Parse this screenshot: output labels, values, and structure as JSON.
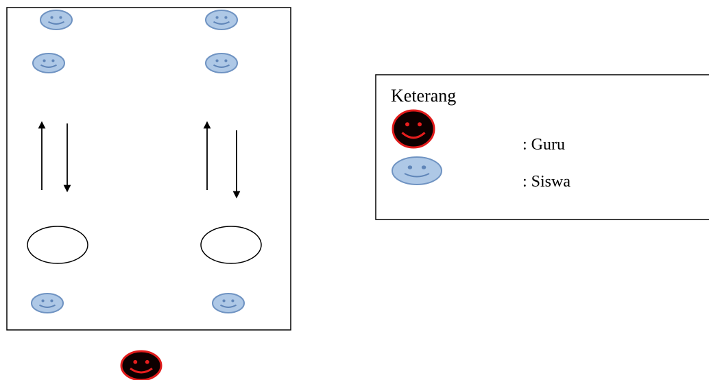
{
  "legend": {
    "title": "Keterang",
    "items": [
      {
        "icon": "red-smiley-icon",
        "label": ": Guru"
      },
      {
        "icon": "blue-smiley-icon",
        "label": ": Siswa"
      }
    ]
  },
  "colors": {
    "guru_fill": "#0d0000",
    "guru_stroke": "#e01b1b",
    "guru_features": "#e81e1e",
    "siswa_fill": "#aec8e6",
    "siswa_stroke": "#6f93c2",
    "siswa_features": "#5f85b8",
    "line": "#000000"
  }
}
